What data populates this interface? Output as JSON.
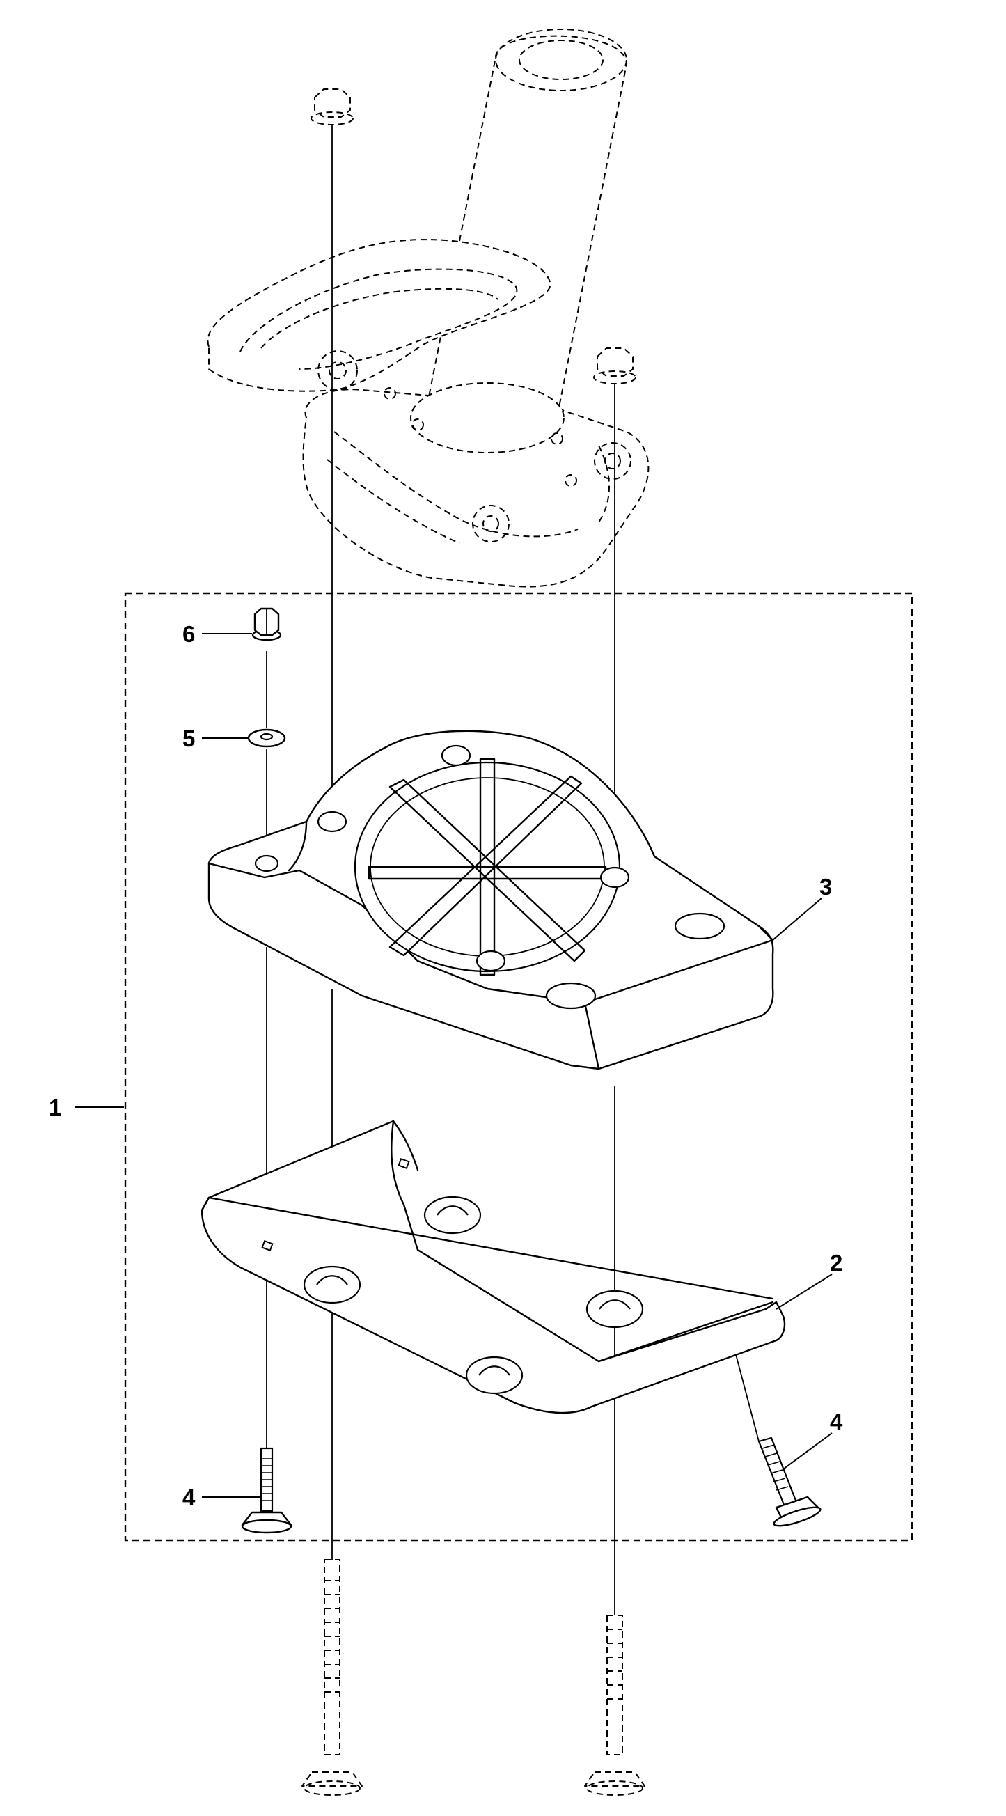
{
  "callouts": [
    {
      "id": "1",
      "label": "1"
    },
    {
      "id": "2",
      "label": "2"
    },
    {
      "id": "3",
      "label": "3"
    },
    {
      "id": "4a",
      "label": "4"
    },
    {
      "id": "4b",
      "label": "4"
    },
    {
      "id": "5",
      "label": "5"
    },
    {
      "id": "6",
      "label": "6"
    }
  ]
}
